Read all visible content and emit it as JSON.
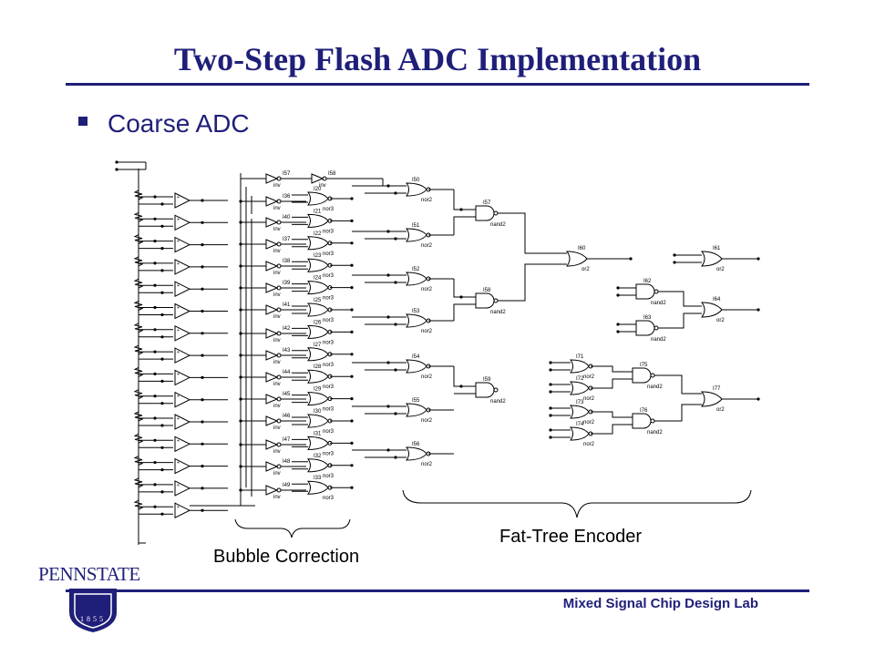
{
  "slide": {
    "title": "Two-Step Flash ADC Implementation",
    "bullet": "Coarse ADC",
    "footer_lab": "Mixed Signal Chip Design Lab"
  },
  "logo": {
    "name": "PENNSTATE",
    "year": "1855"
  },
  "diagram": {
    "labels": {
      "bubble": "Bubble Correction",
      "encoder": "Fat-Tree Encoder"
    },
    "inv_labels": [
      "I57",
      "I58",
      "I36",
      "I40",
      "I37",
      "I38",
      "I39",
      "I41",
      "I42",
      "I43",
      "I44",
      "I45",
      "I46",
      "I47",
      "I48",
      "I49"
    ],
    "nor3_labels": [
      "I20",
      "I21",
      "I22",
      "I23",
      "I24",
      "I25",
      "I26",
      "I27",
      "I28",
      "I29",
      "I30",
      "I31",
      "I32",
      "I33"
    ],
    "nor2_labels": [
      "I50",
      "I51",
      "I52",
      "I53",
      "I54",
      "I55",
      "I56"
    ],
    "nand2_labels": [
      "I57",
      "I58",
      "I59"
    ],
    "or2_main": "I60",
    "right_labels": {
      "or2_top": "I61",
      "nand2_a": "I62",
      "nand2_b": "I63",
      "or2_mid": "I64",
      "nor2_a": "I71",
      "nor2_b": "I72",
      "nor2_c": "I73",
      "nor2_d": "I74",
      "nand2_c": "I75",
      "nand2_d": "I76",
      "or2_bot": "I77"
    },
    "gate_types": {
      "inv": "inv",
      "nor3": "nor3",
      "nor2": "nor2",
      "nand2": "nand2",
      "or2": "or2"
    }
  }
}
